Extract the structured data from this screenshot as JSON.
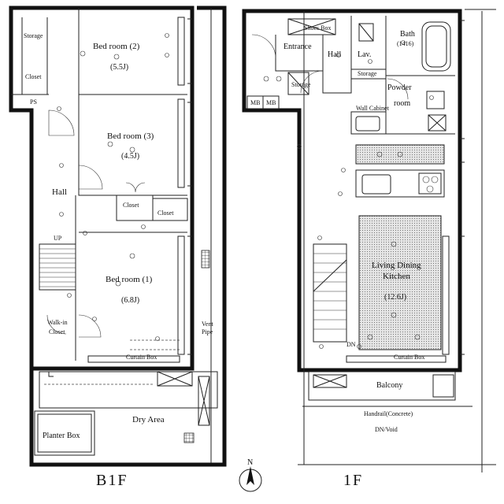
{
  "floors": {
    "b1f": {
      "label": "B1F",
      "rooms": {
        "storage": "Storage",
        "closet_top": "Closet",
        "ps": "PS",
        "bed2_name": "Bed room (2)",
        "bed2_size": "(5.5J)",
        "bed3_name": "Bed room (3)",
        "bed3_size": "(4.5J)",
        "hall": "Hall",
        "closet_mid": "Closet",
        "closet_right": "Closet",
        "bed1_name": "Bed room (1)",
        "bed1_size": "(6.8J)",
        "walkin_1": "Walk-in",
        "walkin_2": "Closet",
        "dry_area": "Dry Area",
        "planter_box": "Planter Box",
        "vent_pipe_1": "Vent",
        "vent_pipe_2": "Pipe",
        "up": "UP",
        "curtain_box": "Curtain Box"
      }
    },
    "f1": {
      "label": "1F",
      "rooms": {
        "shoes_box": "Shoes Box",
        "entrance": "Entrance",
        "hall": "Hall",
        "lav": "Lav.",
        "bath_name": "Bath",
        "bath_size": "(1416)",
        "storage": "Storage",
        "mb1": "MB",
        "mb2": "MB",
        "powder_1": "Powder",
        "powder_2": "room",
        "wall_cabinet": "Wall Cabinet",
        "storage2": "Storage",
        "ldk_1": "Living Dining",
        "ldk_2": "Kitchen",
        "ldk_size": "(12.6J)",
        "dn": "DN",
        "balcony": "Balcony",
        "handrail": "Handrail(Concrete)",
        "dn_void": "DN/Void",
        "curtain_box": "Curtain Box"
      }
    }
  },
  "compass": {
    "label": "N"
  }
}
